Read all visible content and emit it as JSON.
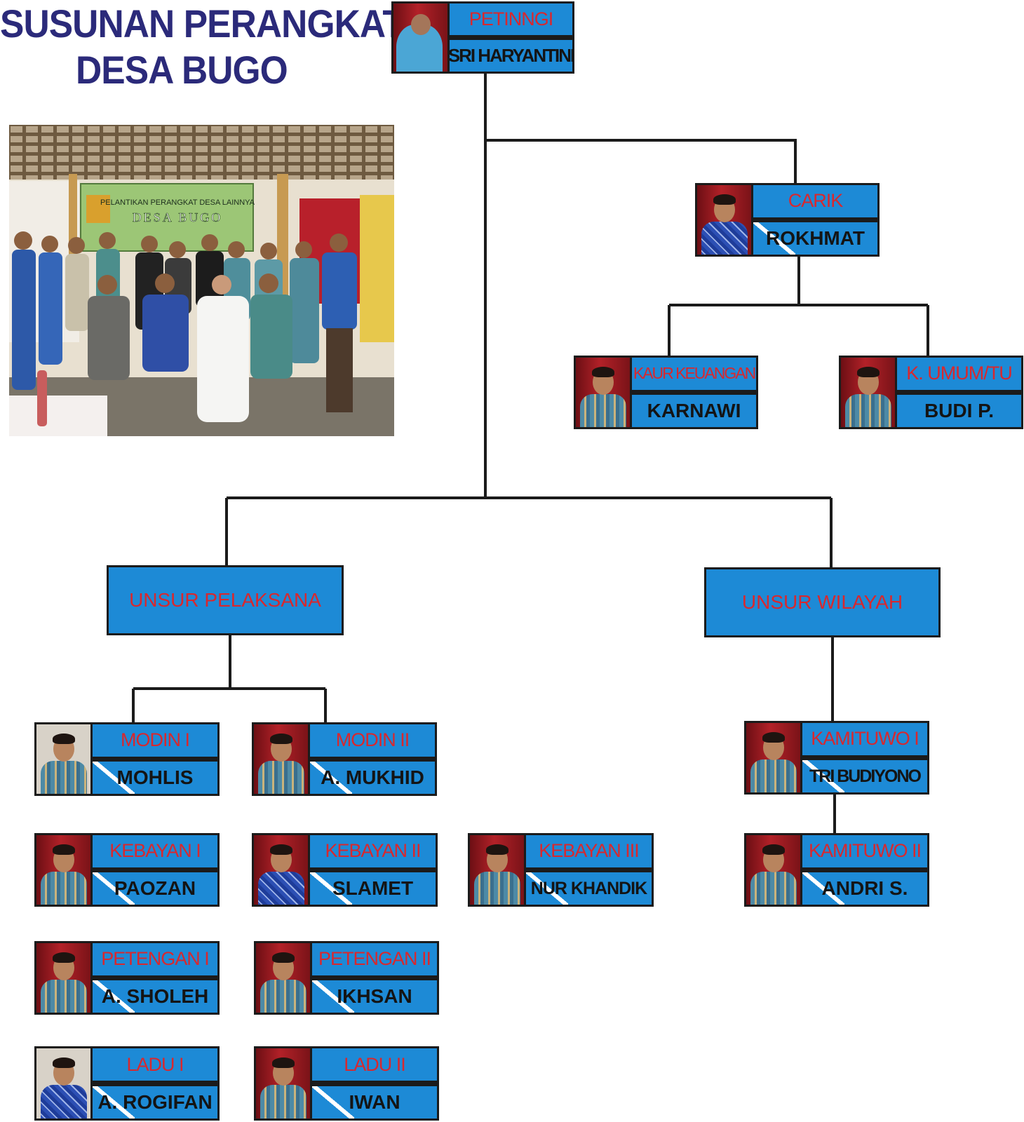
{
  "title": {
    "line1": "SUSUNAN PERANGKAT",
    "line2": "DESA BUGO"
  },
  "photo": {
    "banner_line1": "PELANTIKAN PERANGKAT DESA LAINNYA",
    "banner_line2": "DESA BUGO"
  },
  "colors": {
    "title": "#2b2a7a",
    "box": "#1d8ad6",
    "role_text": "#d8282e",
    "name_text": "#141414",
    "line": "#1b1b1b"
  },
  "org": {
    "petinggi": {
      "role": "PETINNGI",
      "name": "SRI HARYANTINI"
    },
    "carik": {
      "role": "CARIK",
      "name": "ROKHMAT"
    },
    "kaur_keuangan": {
      "role": "KAUR KEUANGAN",
      "name": "KARNAWI"
    },
    "k_umum": {
      "role": "K. UMUM/TU",
      "name": "BUDI P."
    },
    "unsur_pelaksana": "UNSUR PELAKSANA",
    "unsur_wilayah": "UNSUR WILAYAH",
    "modin1": {
      "role": "MODIN I",
      "name": "MOHLIS"
    },
    "modin2": {
      "role": "MODIN II",
      "name": "A. MUKHID"
    },
    "kebayan1": {
      "role": "KEBAYAN I",
      "name": "PAOZAN"
    },
    "kebayan2": {
      "role": "KEBAYAN II",
      "name": "SLAMET"
    },
    "kebayan3": {
      "role": "KEBAYAN III",
      "name": "NUR KHANDIK"
    },
    "petengan1": {
      "role": "PETENGAN I",
      "name": "A. SHOLEH"
    },
    "petengan2": {
      "role": "PETENGAN II",
      "name": "IKHSAN"
    },
    "ladu1": {
      "role": "LADU I",
      "name": "A. ROGIFAN"
    },
    "ladu2": {
      "role": "LADU II",
      "name": "IWAN"
    },
    "kamituwo1": {
      "role": "KAMITUWO I",
      "name": "TRI BUDIYONO"
    },
    "kamituwo2": {
      "role": "KAMITUWO II",
      "name": "ANDRI S."
    }
  }
}
